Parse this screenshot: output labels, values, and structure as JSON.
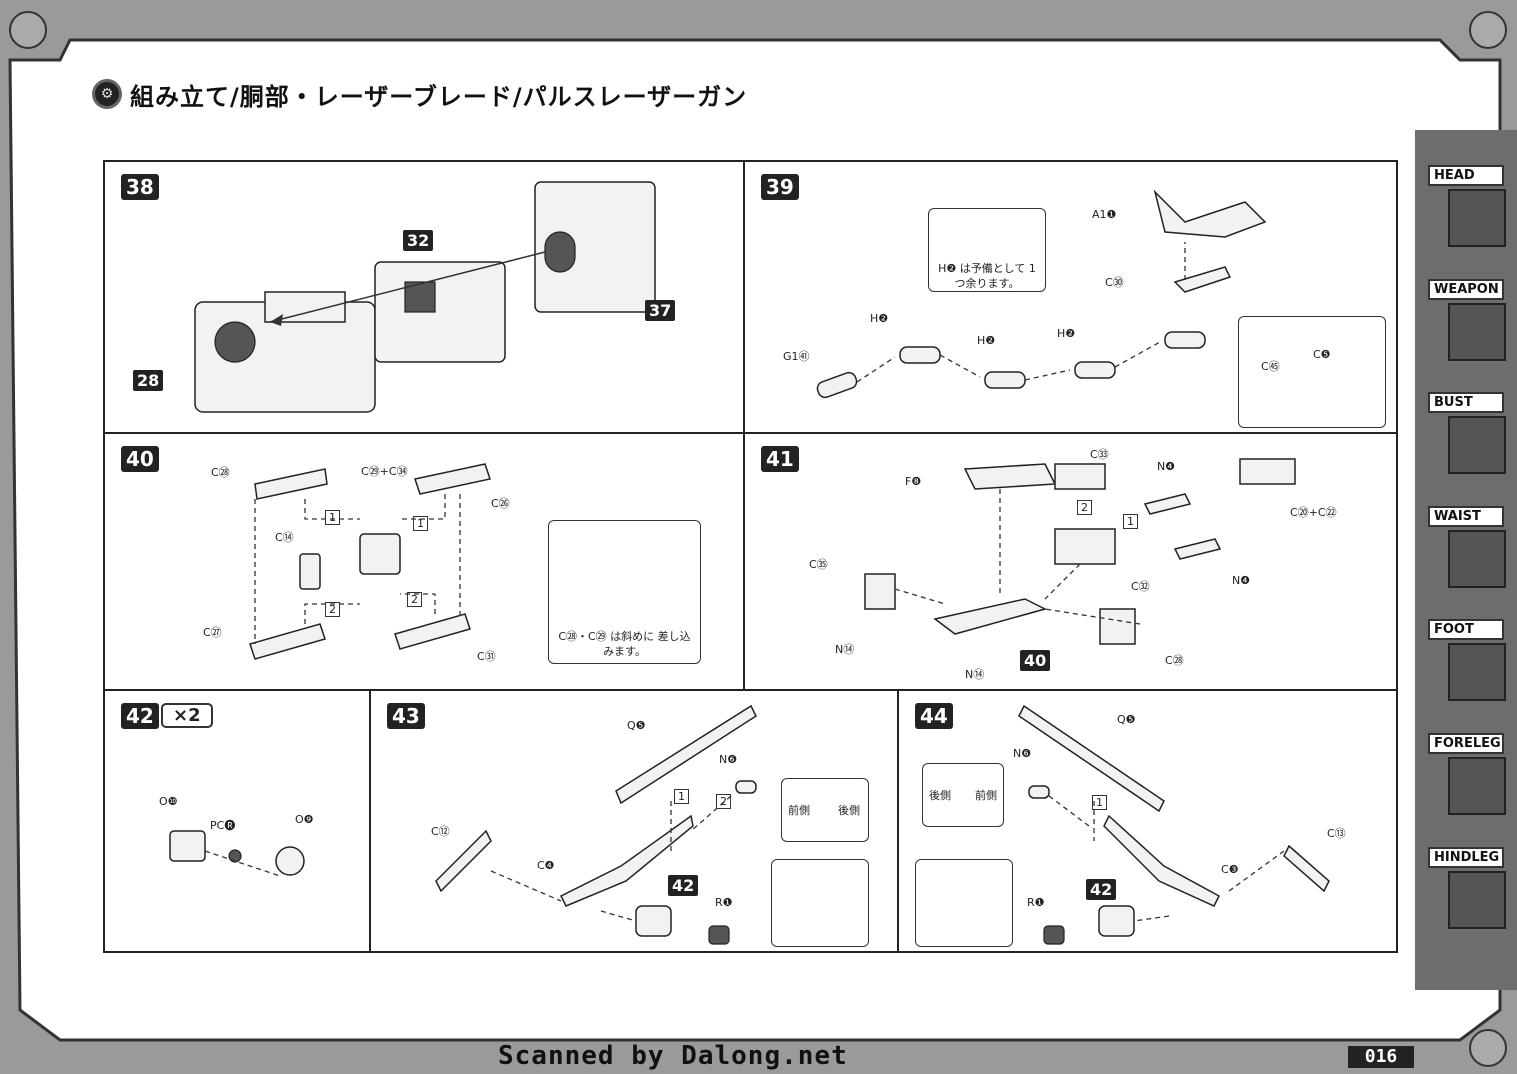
{
  "page": {
    "title": "組み立て/胴部・レーザーブレード/パルスレーザーガン",
    "page_number": "016",
    "scan_credit": "Scanned by Dalong.net"
  },
  "side_tabs": [
    "HEAD",
    "WEAPON",
    "BUST",
    "WAIST",
    "FOOT",
    "FORELEG",
    "HINDLEG"
  ],
  "steps": {
    "s38": {
      "number": "38",
      "tags": [
        "32",
        "37",
        "28"
      ]
    },
    "s39": {
      "number": "39",
      "labels": [
        "A1❶",
        "C㉚",
        "H❷",
        "H❷",
        "H❷",
        "G1㊶",
        "C㊺",
        "C❺"
      ],
      "note": "H❷ は予備として 1つ余ります。"
    },
    "s40": {
      "number": "40",
      "labels": [
        "C㉘",
        "C㉙+C㉞",
        "C㉖",
        "C⑭",
        "C㉗",
        "C㉛"
      ],
      "order": [
        "1",
        "1",
        "2",
        "2"
      ],
      "note": "C㉘・C㉙ は斜めに 差し込みます。"
    },
    "s41": {
      "number": "41",
      "labels": [
        "F❽",
        "C㉝",
        "N❹",
        "C⑳+C㉒",
        "C㉟",
        "C㉜",
        "N❹",
        "N⑭",
        "N⑭",
        "C㉘"
      ],
      "order": [
        "2",
        "1"
      ],
      "tag": "40"
    },
    "s42": {
      "number": "42",
      "multiplier": "×2",
      "labels": [
        "O❿",
        "PC🅡",
        "O❾"
      ]
    },
    "s43": {
      "number": "43",
      "labels": [
        "Q❺",
        "N❻",
        "C⑫",
        "C❹",
        "R❶"
      ],
      "order": [
        "1",
        "2"
      ],
      "tag": "42",
      "orient_front": "前側",
      "orient_back": "後側"
    },
    "s44": {
      "number": "44",
      "labels": [
        "Q❺",
        "N❻",
        "C⑬",
        "C❸",
        "R❶"
      ],
      "order": [
        "1"
      ],
      "tag": "42",
      "orient_back": "後側",
      "orient_front": "前側"
    }
  },
  "colors": {
    "frame": "#9a9a9a",
    "ink": "#222222",
    "panel": "#ffffff"
  }
}
